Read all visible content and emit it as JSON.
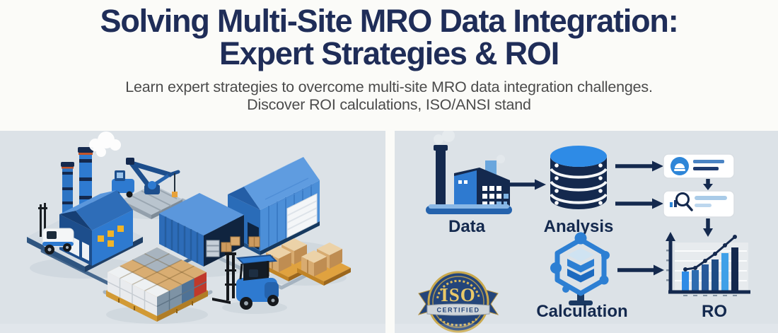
{
  "header": {
    "title_line1": "Solving Multi-Site MRO Data Integration:",
    "title_line2": "Expert Strategies & ROI",
    "subtitle_line1": "Learn expert strategies to overcome multi-site MRO data integration challenges.",
    "subtitle_line2": "Discover ROI calculations, ISO/ANSI stand"
  },
  "flow_diagram": {
    "node_data_label": "Data",
    "node_analysis_label": "Analysis",
    "node_calculation_label": "Calculation",
    "node_roi_label": "RO",
    "badge_iso": "ISO",
    "badge_certified": "CERTIFIED"
  },
  "left_illustration": {
    "elements": [
      "factory-icon",
      "smokestack-icon",
      "white-truck-icon",
      "robot-crane-icon",
      "warehouse-icon",
      "storage-container-icon",
      "pallet-stack-icon",
      "cardboard-boxes-icon",
      "forklift-icon",
      "connector-paths"
    ]
  },
  "colors": {
    "title_navy": "#1f2d58",
    "label_navy": "#14294e",
    "accent_blue": "#2e7ad0",
    "bright_blue": "#2e8be6",
    "panel_background": "#dce2e7",
    "page_background": "#fbfbf8",
    "badge_navy": "#24457a",
    "badge_gold": "#d9b85c"
  },
  "chart_data": {
    "type": "bar",
    "title": "ROI growth mini chart (decorative, axis ticks illegible)",
    "categories": [
      "1",
      "2",
      "3",
      "4",
      "5",
      "6"
    ],
    "values": [
      27,
      29,
      37,
      44,
      53,
      61
    ],
    "trend_line": [
      30,
      32,
      42,
      52,
      64,
      76
    ],
    "bar_colors": [
      "#2e8be6",
      "#2d6cb0",
      "#27599a",
      "#1d4c85",
      "#3fa0e8",
      "#14294e"
    ],
    "xlabel": "",
    "ylabel": "",
    "legend": false,
    "grid": true
  }
}
